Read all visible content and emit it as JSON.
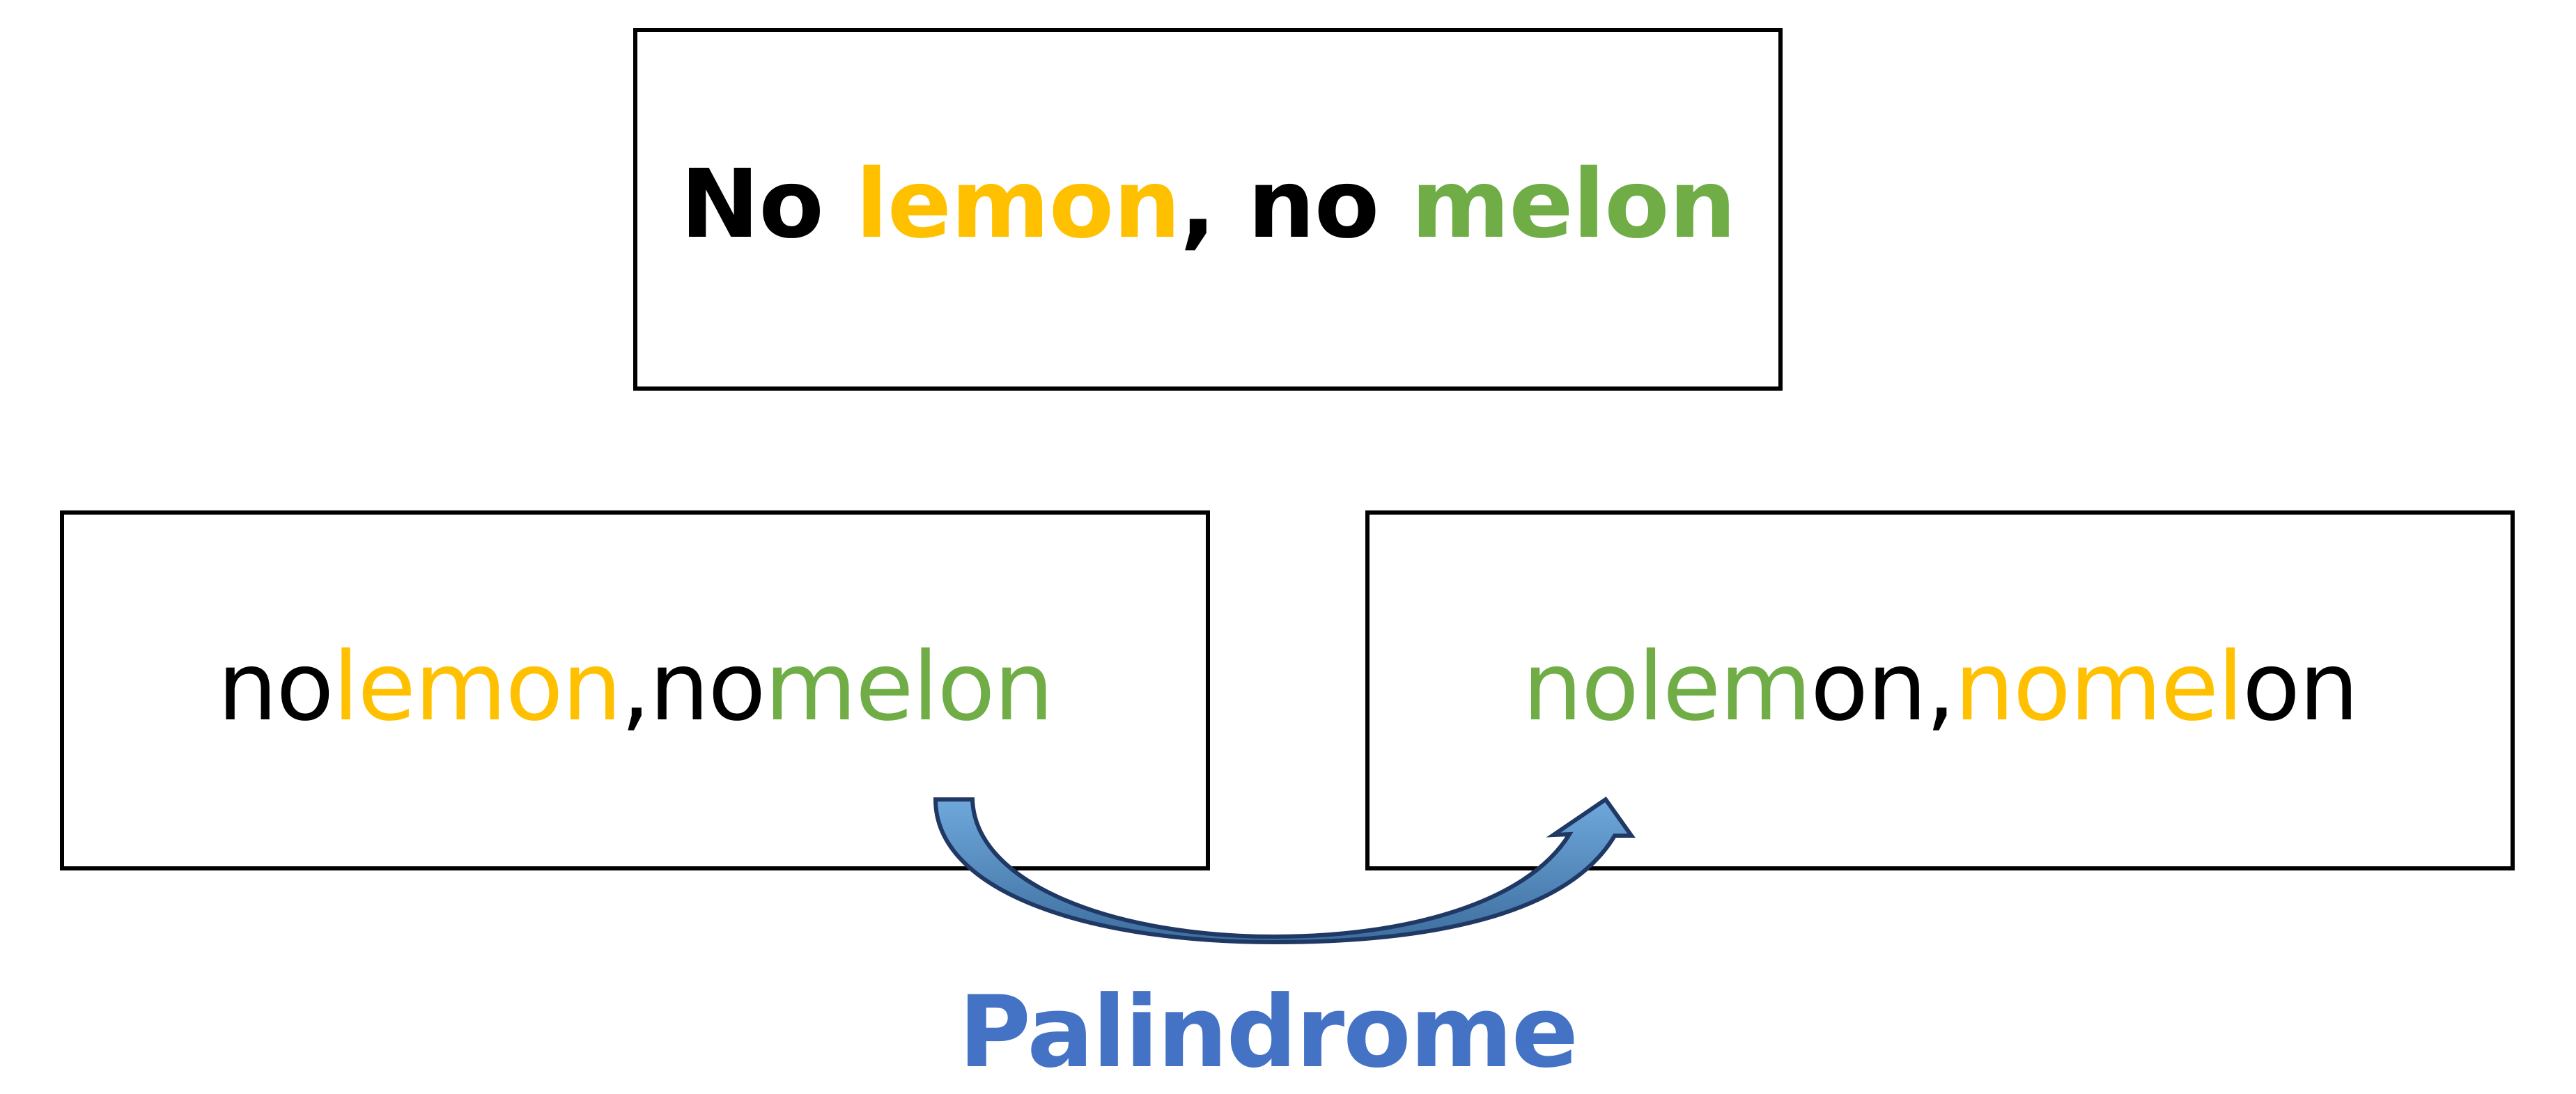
{
  "phrase_top": {
    "segments": [
      {
        "text": "No ",
        "color": "#000000"
      },
      {
        "text": "lemon",
        "color": "#FFC000"
      },
      {
        "text": ", no ",
        "color": "#000000"
      },
      {
        "text": "melon",
        "color": "#70AD47"
      }
    ]
  },
  "phrase_left": {
    "segments": [
      {
        "text": "no",
        "color": "#000000"
      },
      {
        "text": "lemon",
        "color": "#FFC000"
      },
      {
        "text": ",no",
        "color": "#000000"
      },
      {
        "text": "melon",
        "color": "#70AD47"
      }
    ]
  },
  "phrase_right": {
    "segments": [
      {
        "text": "nolem",
        "color": "#70AD47"
      },
      {
        "text": "on,",
        "color": "#000000"
      },
      {
        "text": "nomel",
        "color": "#FFC000"
      },
      {
        "text": "on",
        "color": "#000000"
      }
    ]
  },
  "arrow": {
    "icon": "curved-arrow-icon",
    "fill": "#5B9BD5",
    "stroke": "#1F3864"
  },
  "caption": "Palindrome",
  "colors": {
    "black": "#000000",
    "yellow": "#FFC000",
    "green": "#70AD47",
    "caption_blue": "#4472C4"
  }
}
